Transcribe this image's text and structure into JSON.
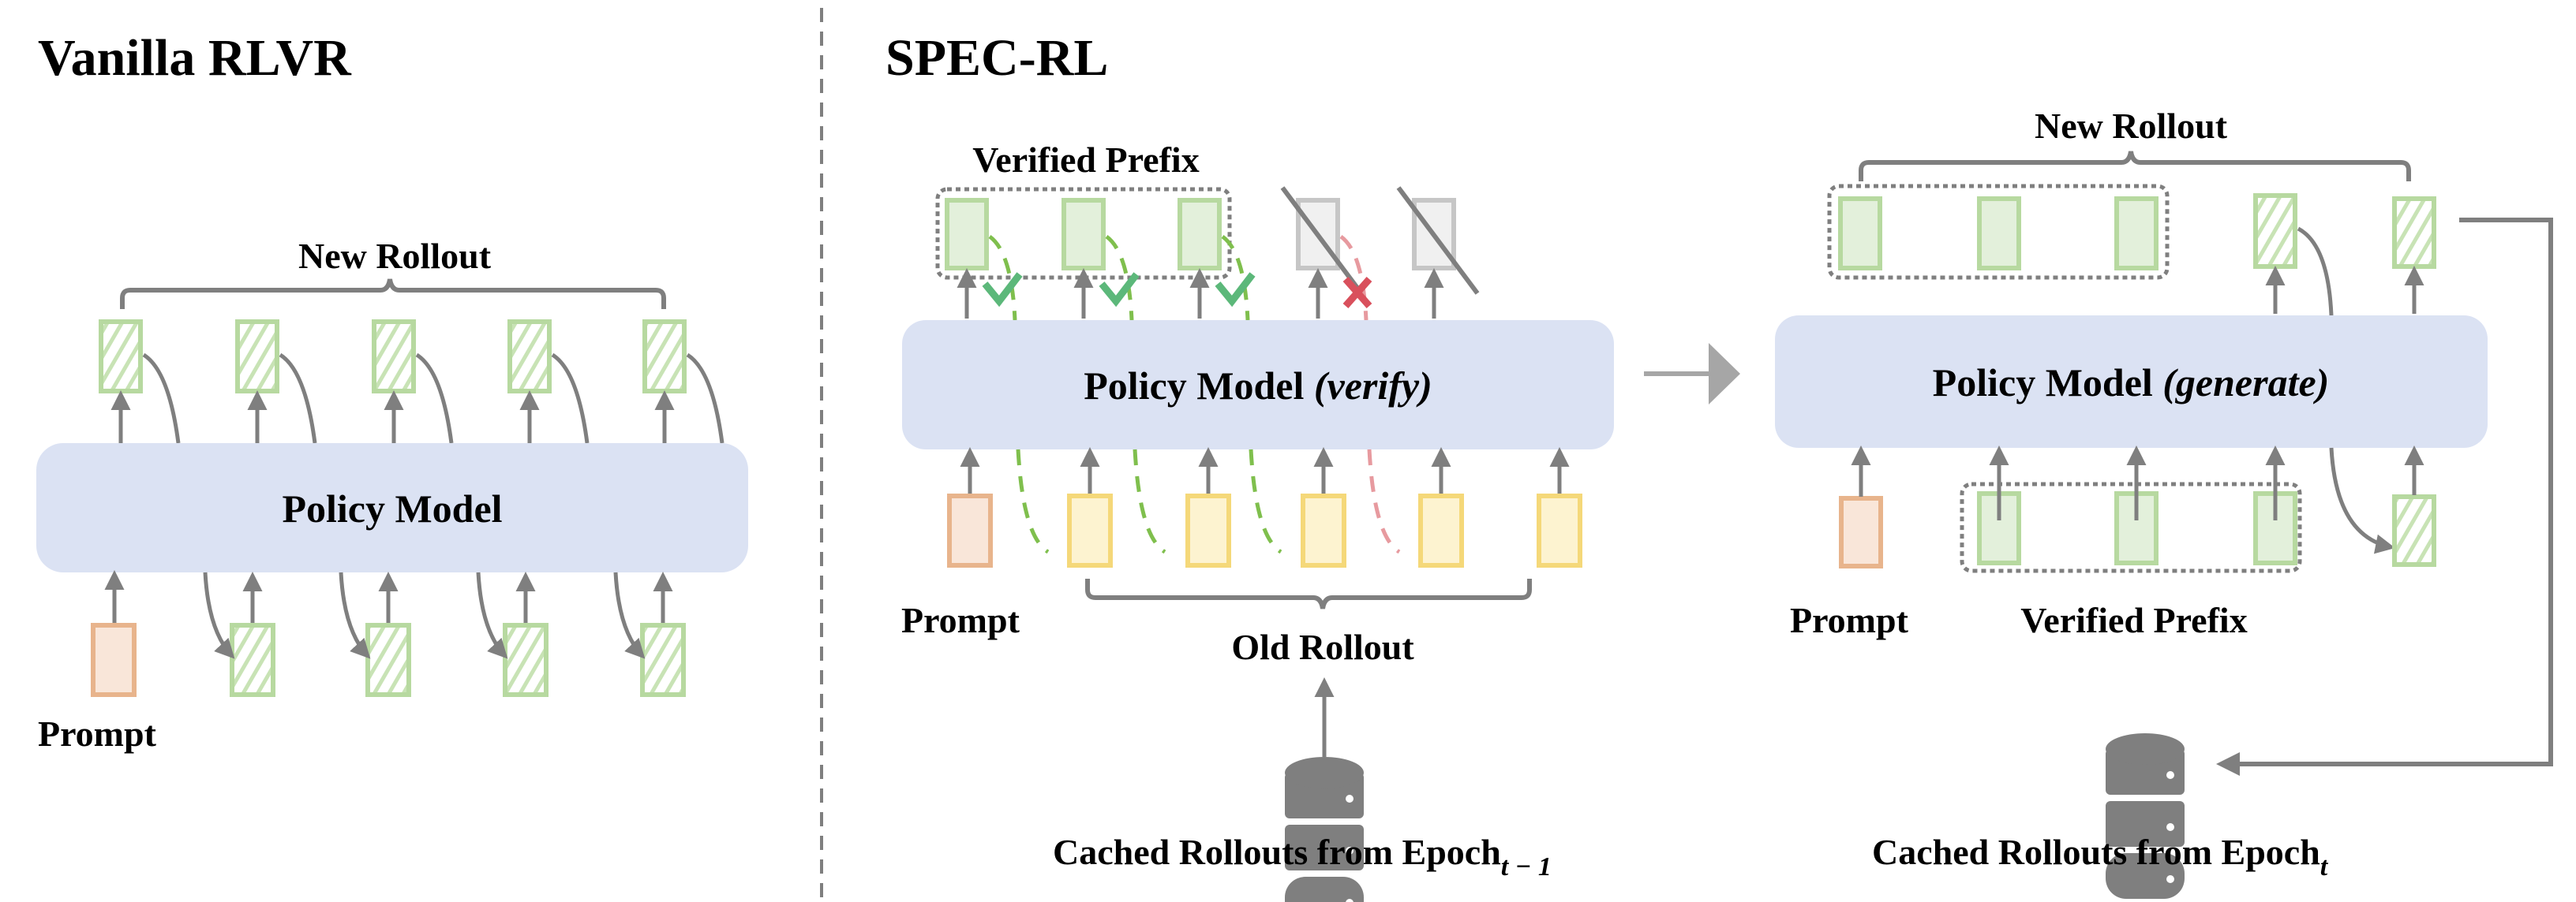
{
  "colors": {
    "policy_box": "#dbe2f3",
    "gray_line": "#7f7f7f",
    "green_border": "#b7d9a0",
    "green_fill": "#e3f0db",
    "hatch": "#c8e3b5",
    "yellow_border": "#f5d879",
    "yellow_fill": "#fdf3d0",
    "orange_border": "#e8b48c",
    "orange_fill": "#f9e6d9",
    "rejected_border": "#c6c6c6",
    "rejected_fill": "#f0f0f0",
    "check": "#5cb87a",
    "cross": "#d9505c",
    "dash_green": "#7fbf4d",
    "dash_red": "#e79a9f",
    "big_arrow": "#a6a6a6"
  },
  "vanilla": {
    "title": "Vanilla RLVR",
    "new_rollout_label": "New Rollout",
    "policy_label": "Policy Model",
    "prompt_label": "Prompt"
  },
  "spec": {
    "title": "SPEC-RL",
    "verify_panel": {
      "verified_prefix_label": "Verified Prefix",
      "policy_label": "Policy Model ",
      "policy_mode": "(verify)",
      "prompt_label": "Prompt",
      "old_rollout_label": "Old Rollout",
      "cache_label": "Cached Rollouts from Epoch",
      "cache_subscript": "t − 1",
      "verification": [
        "accepted",
        "accepted",
        "accepted",
        "rejected"
      ]
    },
    "generate_panel": {
      "new_rollout_label": "New Rollout",
      "policy_label": "Policy Model ",
      "policy_mode": "(generate)",
      "prompt_label": "Prompt",
      "verified_prefix_label": "Verified Prefix",
      "cache_label": "Cached Rollouts from Epoch",
      "cache_subscript": "t"
    }
  }
}
